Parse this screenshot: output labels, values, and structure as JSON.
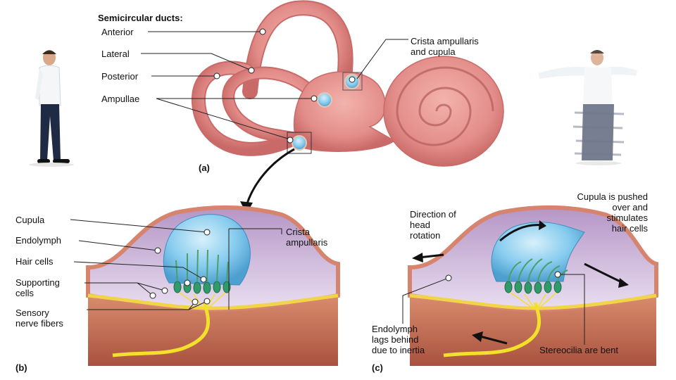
{
  "panel_a": {
    "heading": "Semicircular ducts:",
    "ducts": [
      "Anterior",
      "Lateral",
      "Posterior"
    ],
    "ampullae": "Ampullae",
    "crista_label": "Crista ampullaris\nand cupula",
    "tag": "(a)"
  },
  "panel_b": {
    "cupula": "Cupula",
    "endolymph": "Endolymph",
    "hair_cells": "Hair cells",
    "supporting": "Supporting\ncells",
    "sensory": "Sensory\nnerve fibers",
    "crista": "Crista\nampullaris",
    "tag": "(b)"
  },
  "panel_c": {
    "direction": "Direction of\nhead\nrotation",
    "cupula_pushed": "Cupula is pushed\nover and\nstimulates\nhair cells",
    "endolymph_lags": "Endolymph\nlags behind\ndue to inertia",
    "stereocilia": "Stereocilia are bent",
    "tag": "(c)"
  },
  "colors": {
    "labyrinth": "#e38d8a",
    "labyrinth_dark": "#c96a68",
    "cupula": "#7cc6ea",
    "endolymph": "#cbb0d6",
    "tissue": "#c8705a",
    "nerve": "#f2e02a"
  }
}
